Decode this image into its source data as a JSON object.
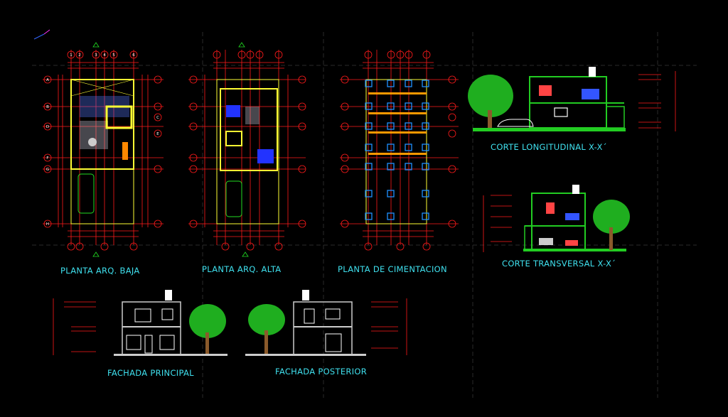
{
  "titles": {
    "planta_baja": "PLANTA ARQ. BAJA",
    "planta_alta": "PLANTA ARQ. ALTA",
    "cimentacion": "PLANTA DE CIMENTACION",
    "corte_long": "CORTE LONGITUDINAL X-X´",
    "corte_trans": "CORTE TRANSVERSAL X-X´",
    "fachada_principal": "FACHADA PRINCIPAL",
    "fachada_posterior": "FACHADA POSTERIOR"
  },
  "axis_labels": {
    "columns": [
      "1",
      "2",
      "3",
      "4",
      "5",
      "6"
    ],
    "rows": [
      "A",
      "B",
      "C",
      "D",
      "E",
      "F",
      "G",
      "H"
    ]
  },
  "colors": {
    "background": "#000000",
    "dimension": "#ff1a1a",
    "wall": "#ffff33",
    "title": "#3fe0ee",
    "tree": "#1fae1f",
    "trunk": "#8b5a2b",
    "section_frame": "#22cc22"
  }
}
